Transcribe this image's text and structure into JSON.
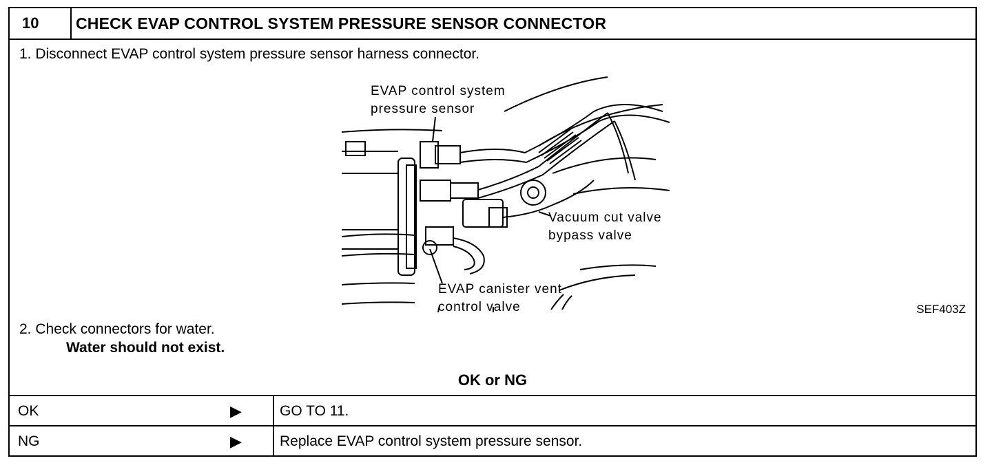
{
  "header": {
    "step_number": "10",
    "title": "CHECK EVAP CONTROL SYSTEM PRESSURE SENSOR CONNECTOR"
  },
  "steps": [
    {
      "text": "1.  Disconnect EVAP control system pressure sensor harness connector."
    },
    {
      "text": "2.  Check connectors for water."
    }
  ],
  "requirement": "Water should not exist.",
  "figure": {
    "labels": {
      "sensor_line1": "EVAP control system",
      "sensor_line2": "pressure sensor",
      "vcv_line1": "Vacuum cut valve",
      "vcv_line2": "bypass valve",
      "vent_line1": "EVAP canister vent",
      "vent_line2": "control valve"
    },
    "code": "SEF403Z"
  },
  "decision": {
    "heading": "OK or NG"
  },
  "results": [
    {
      "label": "OK",
      "arrow": "▶",
      "action": "GO TO 11."
    },
    {
      "label": "NG",
      "arrow": "▶",
      "action": "Replace EVAP control system pressure sensor."
    }
  ]
}
